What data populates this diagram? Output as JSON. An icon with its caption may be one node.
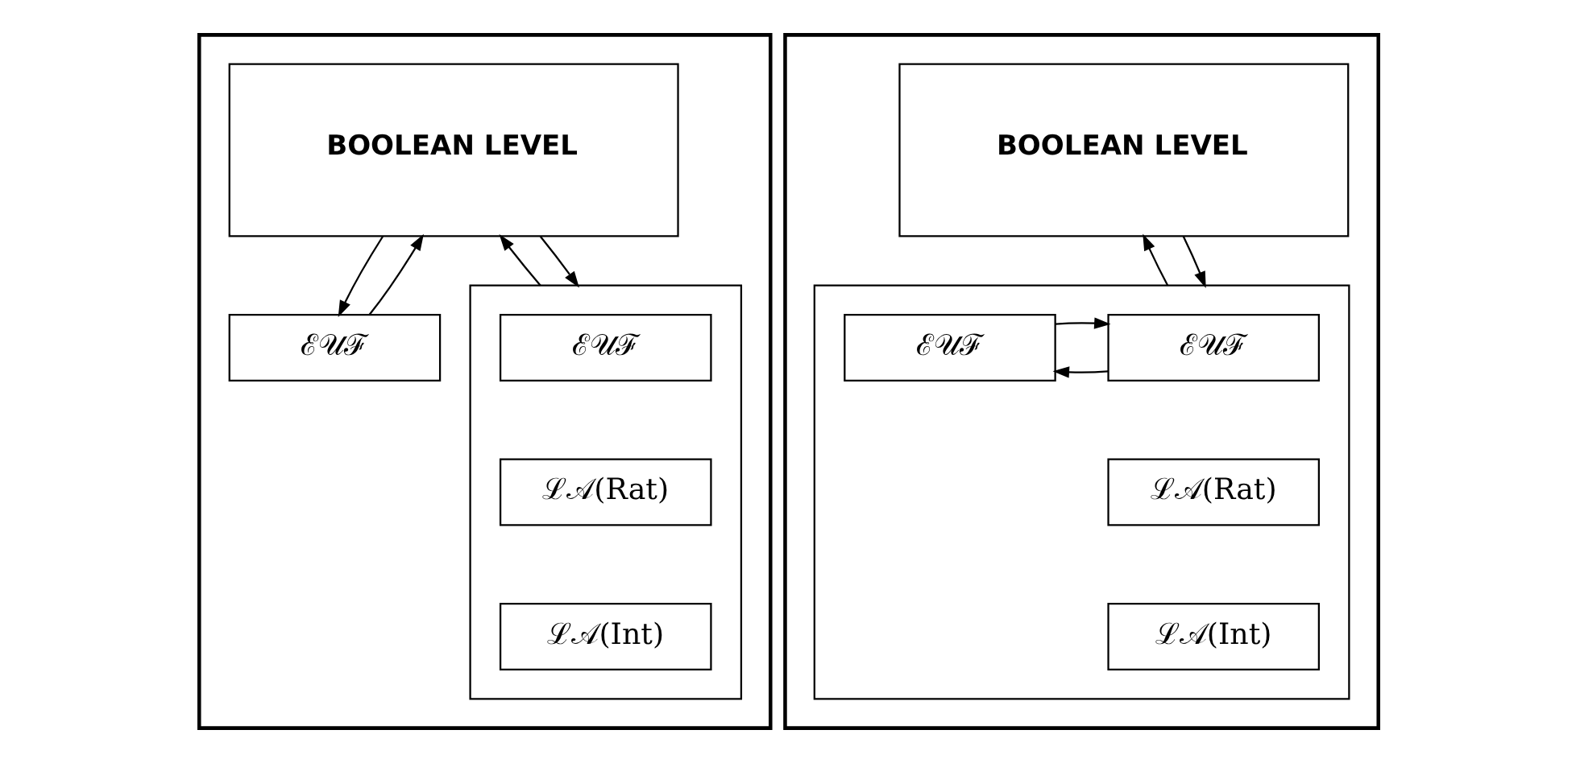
{
  "diagram": {
    "nodes": [
      {
        "text": [],
        "shape": "box"
      },
      {
        "text": [
          "BOOLEAN LEVEL"
        ],
        "in": 0
      },
      {
        "text": [
          "ℰ𝒰ℱ"
        ],
        "in": 0
      },
      {
        "text": [],
        "shape": "box",
        "in": 0
      },
      {
        "text": [
          "ℰ𝒰ℱ"
        ],
        "in": 3
      },
      {
        "text": [
          "ℒ𝒜(Rat)"
        ],
        "in": 3
      },
      {
        "text": [
          "ℒ𝒜(Int)"
        ],
        "in": 3
      },
      {
        "text": [],
        "shape": "box"
      },
      {
        "text": [
          "BOOLEAN LEVEL"
        ],
        "in": 7
      },
      {
        "text": [],
        "shape": "box",
        "in": 7
      },
      {
        "text": [
          "ℰ𝒰ℱ"
        ],
        "in": 9
      },
      {
        "text": [
          "ℰ𝒰ℱ"
        ],
        "in": 9
      },
      {
        "text": [
          "ℒ𝒜(Rat)"
        ],
        "in": 9
      },
      {
        "text": [
          "ℒ𝒜(Int)"
        ],
        "in": 9
      }
    ],
    "edges": [
      {
        "from": 1,
        "to": 2,
        "arrow": "to"
      },
      {
        "from": 2,
        "to": 1,
        "arrow": "to"
      },
      {
        "from": 1,
        "to": 3,
        "arrow": "to"
      },
      {
        "from": 3,
        "to": 1,
        "arrow": "to"
      },
      {
        "from": 8,
        "to": 9,
        "arrow": "to"
      },
      {
        "from": 9,
        "to": 8,
        "arrow": "to"
      },
      {
        "from": 10,
        "to": 11,
        "arrow": "to"
      },
      {
        "from": 11,
        "to": 10,
        "arrow": "to"
      }
    ]
  }
}
